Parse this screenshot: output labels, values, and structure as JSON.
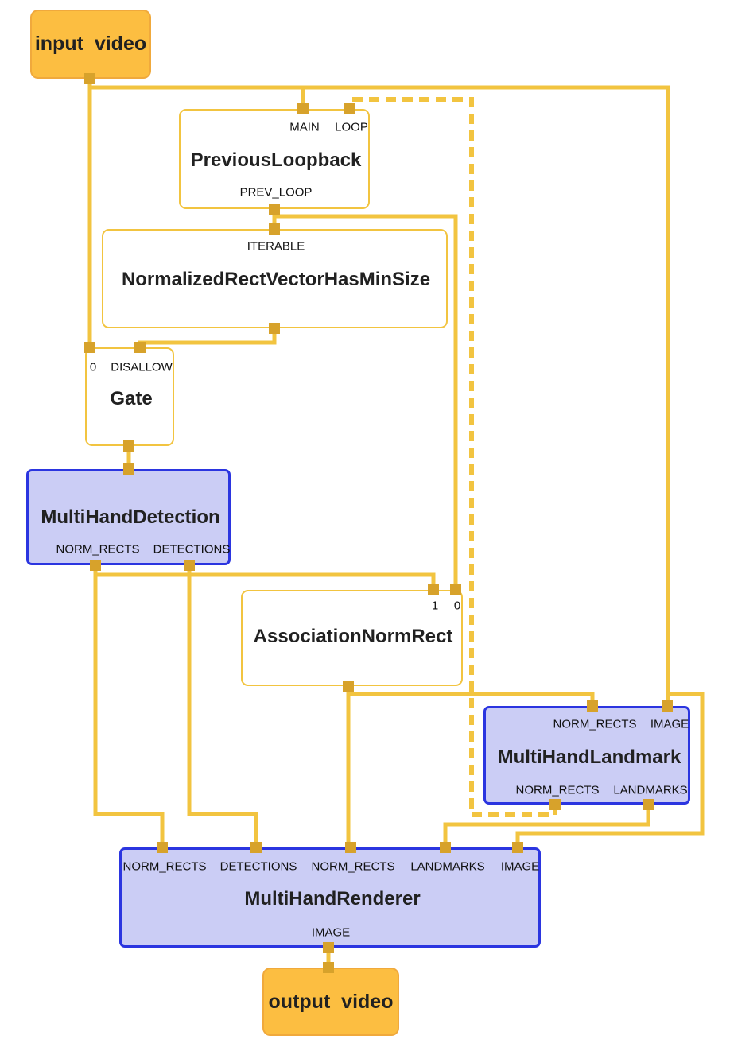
{
  "colors": {
    "edge": "#F2C440",
    "port": "#D7A22B",
    "terminal-fill": "#FCBE41",
    "terminal-border": "#F0A93C",
    "calculator-border": "#F2C440",
    "subgraph-fill": "#CBCDF5",
    "subgraph-border": "#2B35E0",
    "text": "#212121"
  },
  "terminals": {
    "input_video": {
      "label": "input_video"
    },
    "output_video": {
      "label": "output_video"
    }
  },
  "nodes": {
    "previous_loopback": {
      "title": "PreviousLoopback",
      "in_main": "MAIN",
      "in_loop": "LOOP",
      "out_prev_loop": "PREV_LOOP"
    },
    "normalized_rect_vector_has_min_size": {
      "title": "NormalizedRectVectorHasMinSize",
      "in_iterable": "ITERABLE"
    },
    "gate": {
      "title": "Gate",
      "in_0": "0",
      "in_disallow": "DISALLOW"
    },
    "multi_hand_detection": {
      "title": "MultiHandDetection",
      "out_norm_rects": "NORM_RECTS",
      "out_detections": "DETECTIONS"
    },
    "association_norm_rect": {
      "title": "AssociationNormRect",
      "in_1": "1",
      "in_0": "0"
    },
    "multi_hand_landmark": {
      "title": "MultiHandLandmark",
      "in_norm_rects": "NORM_RECTS",
      "in_image": "IMAGE",
      "out_norm_rects": "NORM_RECTS",
      "out_landmarks": "LANDMARKS"
    },
    "multi_hand_renderer": {
      "title": "MultiHandRenderer",
      "in_norm_rects_1": "NORM_RECTS",
      "in_detections": "DETECTIONS",
      "in_norm_rects_2": "NORM_RECTS",
      "in_landmarks": "LANDMARKS",
      "in_image": "IMAGE",
      "out_image": "IMAGE"
    }
  }
}
